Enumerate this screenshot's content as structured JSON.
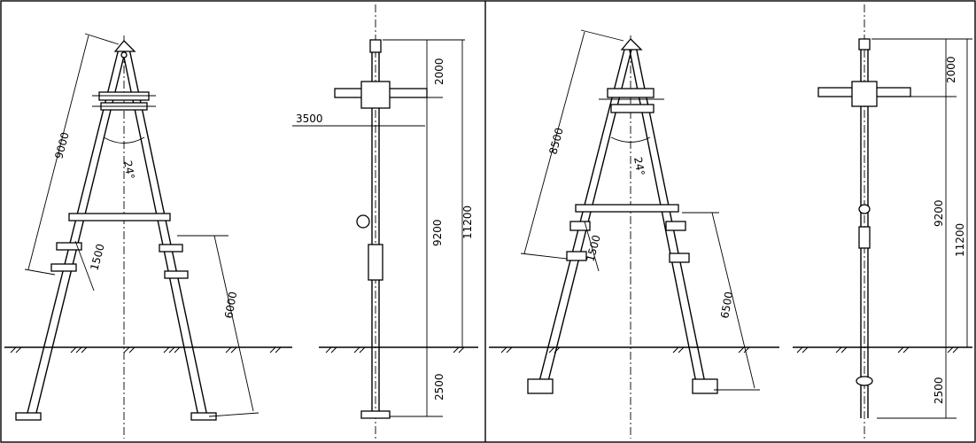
{
  "panels": [
    {
      "id": "A-frame-front",
      "labels": {
        "total_length": "9000",
        "angle": "24°",
        "brace": "1500",
        "stub": "6000"
      }
    },
    {
      "id": "A-frame-side",
      "labels": {
        "top": "2000",
        "crossarm": "3500",
        "mid": "9200",
        "total": "11200",
        "buried": "2500"
      }
    },
    {
      "id": "A-frame-front-2",
      "labels": {
        "total_length": "8500",
        "angle": "24°",
        "brace": "1500",
        "stub": "6500"
      }
    },
    {
      "id": "A-frame-side-2",
      "labels": {
        "top": "2000",
        "mid": "9200",
        "total": "11200",
        "buried": "2500"
      }
    }
  ]
}
